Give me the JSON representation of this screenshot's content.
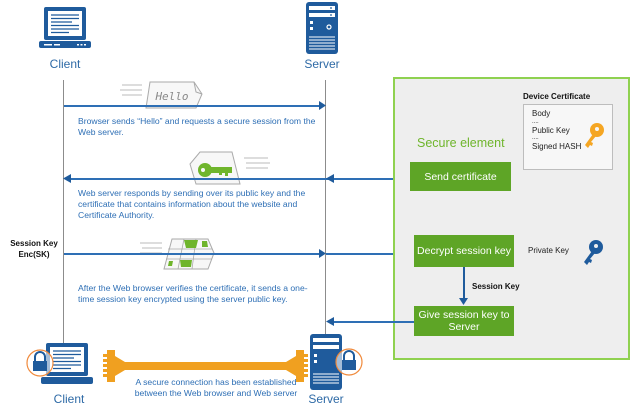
{
  "diagram": {
    "title": "SSL/TLS handshake with secure element",
    "client_label_top": "Client",
    "server_label_top": "Server",
    "client_label_bottom": "Client",
    "server_label_bottom": "Server",
    "steps": [
      {
        "direction": "client-to-server",
        "envelope_text": "Hello",
        "description": "Browser sends “Hello” and requests a secure session from the Web server."
      },
      {
        "direction": "server-to-client",
        "description": "Web server responds by sending over its public key and the certificate that contains information about the website and Certificate Authority."
      },
      {
        "direction": "client-to-server",
        "side_label_line1": "Session Key",
        "side_label_line2": "Enc(SK)",
        "description": "After the Web browser verifies the certificate, it sends a one-time session key encrypted using the server public key."
      }
    ],
    "secure_element": {
      "title": "Secure element",
      "send_certificate": "Send certificate",
      "decrypt_session_key": "Decrypt session key",
      "give_session_key": "Give session key to Server",
      "session_key_label": "Session Key",
      "private_key_label": "Private Key",
      "device_certificate": {
        "title": "Device Certificate",
        "lines": [
          "Body",
          "....",
          "Public Key",
          "....",
          "Signed HASH"
        ]
      }
    },
    "final_message": "A secure connection has been established between the Web browser and Web server",
    "colors": {
      "blue": "#1f5b9c",
      "text_blue": "#2e6fb5",
      "green": "#5ea526",
      "panel_border": "#8fd150",
      "orange": "#f0a020",
      "key_orange": "#f5a623",
      "key_green": "#6fb52c"
    }
  }
}
